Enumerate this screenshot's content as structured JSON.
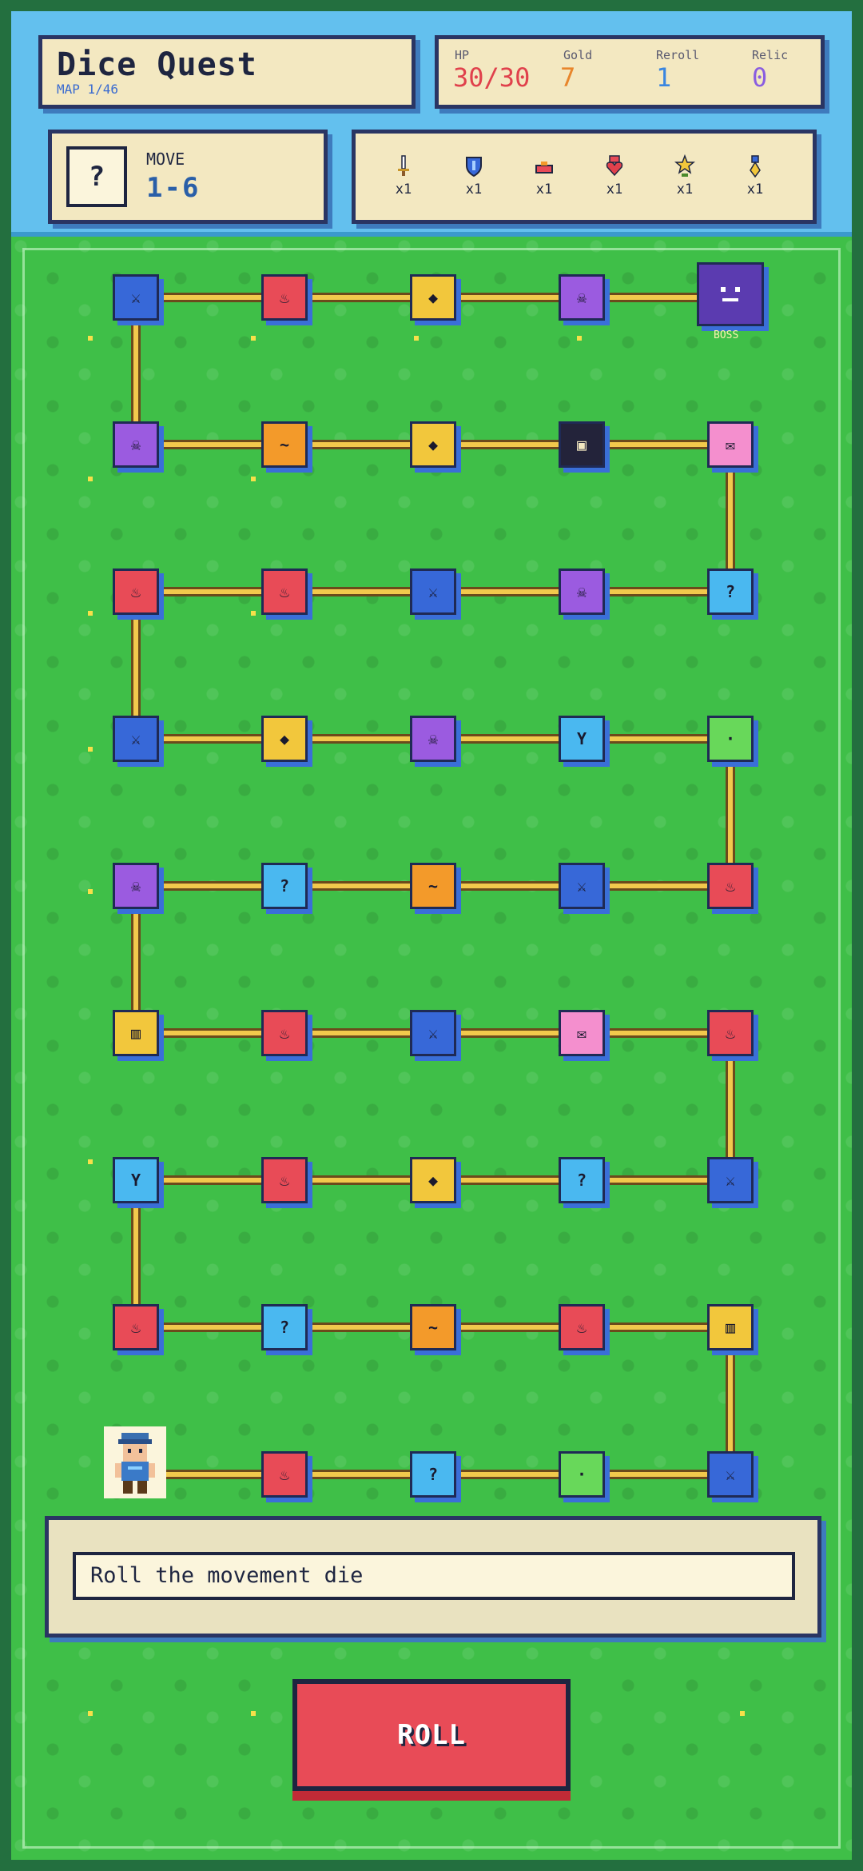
{
  "header": {
    "title": "Dice Quest",
    "subtitle": "MAP 1/46"
  },
  "stats": {
    "hp": {
      "label": "HP",
      "value": "30/30",
      "color": "#e0414c"
    },
    "gold": {
      "label": "Gold",
      "value": "7",
      "color": "#e8862c"
    },
    "reroll": {
      "label": "Reroll",
      "value": "1",
      "color": "#3a86e0"
    },
    "relic": {
      "label": "Relic",
      "value": "0",
      "color": "#8a5de0"
    }
  },
  "move": {
    "die_face": "?",
    "label": "MOVE",
    "value": "1-6"
  },
  "items": [
    {
      "icon": "sword-icon",
      "count": "x1"
    },
    {
      "icon": "shield-icon",
      "count": "x1"
    },
    {
      "icon": "bomb-icon",
      "count": "x1"
    },
    {
      "icon": "heart-potion-icon",
      "count": "x1"
    },
    {
      "icon": "star-icon",
      "count": "x1"
    },
    {
      "icon": "magic-icon",
      "count": "x1"
    }
  ],
  "board": {
    "boss_label": "BOSS",
    "tiles": [
      {
        "row": 0,
        "col": 0,
        "type": "battle",
        "color": "#3768d8",
        "glyph": "⚔"
      },
      {
        "row": 0,
        "col": 1,
        "type": "fire",
        "color": "#e84b57",
        "glyph": "♨"
      },
      {
        "row": 0,
        "col": 2,
        "type": "treasure",
        "color": "#f2c73c",
        "glyph": "◆"
      },
      {
        "row": 0,
        "col": 3,
        "type": "curse",
        "color": "#9b5be0",
        "glyph": "☠"
      },
      {
        "row": 1,
        "col": 0,
        "type": "curse",
        "color": "#9b5be0",
        "glyph": "☠"
      },
      {
        "row": 1,
        "col": 1,
        "type": "rest",
        "color": "#f39a2a",
        "glyph": "~"
      },
      {
        "row": 1,
        "col": 2,
        "type": "treasure",
        "color": "#f2c73c",
        "glyph": "◆"
      },
      {
        "row": 1,
        "col": 3,
        "type": "shop",
        "color": "#23233a",
        "glyph": "▣"
      },
      {
        "row": 1,
        "col": 4,
        "type": "event",
        "color": "#f48fce",
        "glyph": "✉"
      },
      {
        "row": 2,
        "col": 0,
        "type": "fire",
        "color": "#e84b57",
        "glyph": "♨"
      },
      {
        "row": 2,
        "col": 1,
        "type": "fire",
        "color": "#e84b57",
        "glyph": "♨"
      },
      {
        "row": 2,
        "col": 2,
        "type": "battle",
        "color": "#3768d8",
        "glyph": "⚔"
      },
      {
        "row": 2,
        "col": 3,
        "type": "curse",
        "color": "#9b5be0",
        "glyph": "☠"
      },
      {
        "row": 2,
        "col": 4,
        "type": "mystery",
        "color": "#4ab8f0",
        "glyph": "?"
      },
      {
        "row": 3,
        "col": 0,
        "type": "battle",
        "color": "#3768d8",
        "glyph": "⚔"
      },
      {
        "row": 3,
        "col": 1,
        "type": "treasure",
        "color": "#f2c73c",
        "glyph": "◆"
      },
      {
        "row": 3,
        "col": 2,
        "type": "curse",
        "color": "#9b5be0",
        "glyph": "☠"
      },
      {
        "row": 3,
        "col": 3,
        "type": "branch",
        "color": "#4ab8f0",
        "glyph": "Y"
      },
      {
        "row": 3,
        "col": 4,
        "type": "grass",
        "color": "#68d85a",
        "glyph": "·"
      },
      {
        "row": 4,
        "col": 0,
        "type": "curse",
        "color": "#9b5be0",
        "glyph": "☠"
      },
      {
        "row": 4,
        "col": 1,
        "type": "mystery",
        "color": "#4ab8f0",
        "glyph": "?"
      },
      {
        "row": 4,
        "col": 2,
        "type": "rest",
        "color": "#f39a2a",
        "glyph": "~"
      },
      {
        "row": 4,
        "col": 3,
        "type": "battle",
        "color": "#3768d8",
        "glyph": "⚔"
      },
      {
        "row": 4,
        "col": 4,
        "type": "fire",
        "color": "#e84b57",
        "glyph": "♨"
      },
      {
        "row": 5,
        "col": 0,
        "type": "treasure",
        "color": "#f2c73c",
        "glyph": "▥"
      },
      {
        "row": 5,
        "col": 1,
        "type": "fire",
        "color": "#e84b57",
        "glyph": "♨"
      },
      {
        "row": 5,
        "col": 2,
        "type": "battle",
        "color": "#3768d8",
        "glyph": "⚔"
      },
      {
        "row": 5,
        "col": 3,
        "type": "event",
        "color": "#f48fce",
        "glyph": "✉"
      },
      {
        "row": 5,
        "col": 4,
        "type": "fire",
        "color": "#e84b57",
        "glyph": "♨"
      },
      {
        "row": 6,
        "col": 0,
        "type": "branch",
        "color": "#4ab8f0",
        "glyph": "Y"
      },
      {
        "row": 6,
        "col": 1,
        "type": "fire",
        "color": "#e84b57",
        "glyph": "♨"
      },
      {
        "row": 6,
        "col": 2,
        "type": "treasure",
        "color": "#f2c73c",
        "glyph": "◆"
      },
      {
        "row": 6,
        "col": 3,
        "type": "mystery",
        "color": "#4ab8f0",
        "glyph": "?"
      },
      {
        "row": 6,
        "col": 4,
        "type": "battle",
        "color": "#3768d8",
        "glyph": "⚔"
      },
      {
        "row": 7,
        "col": 0,
        "type": "fire",
        "color": "#e84b57",
        "glyph": "♨"
      },
      {
        "row": 7,
        "col": 1,
        "type": "mystery",
        "color": "#4ab8f0",
        "glyph": "?"
      },
      {
        "row": 7,
        "col": 2,
        "type": "rest",
        "color": "#f39a2a",
        "glyph": "~"
      },
      {
        "row": 7,
        "col": 3,
        "type": "fire",
        "color": "#e84b57",
        "glyph": "♨"
      },
      {
        "row": 7,
        "col": 4,
        "type": "treasure",
        "color": "#f2c73c",
        "glyph": "▥"
      },
      {
        "row": 8,
        "col": 1,
        "type": "fire",
        "color": "#e84b57",
        "glyph": "♨"
      },
      {
        "row": 8,
        "col": 2,
        "type": "mystery",
        "color": "#4ab8f0",
        "glyph": "?"
      },
      {
        "row": 8,
        "col": 3,
        "type": "grass",
        "color": "#68d85a",
        "glyph": "·"
      },
      {
        "row": 8,
        "col": 4,
        "type": "battle",
        "color": "#3768d8",
        "glyph": "⚔"
      }
    ]
  },
  "message": "Roll the movement die",
  "roll_button": "ROLL"
}
